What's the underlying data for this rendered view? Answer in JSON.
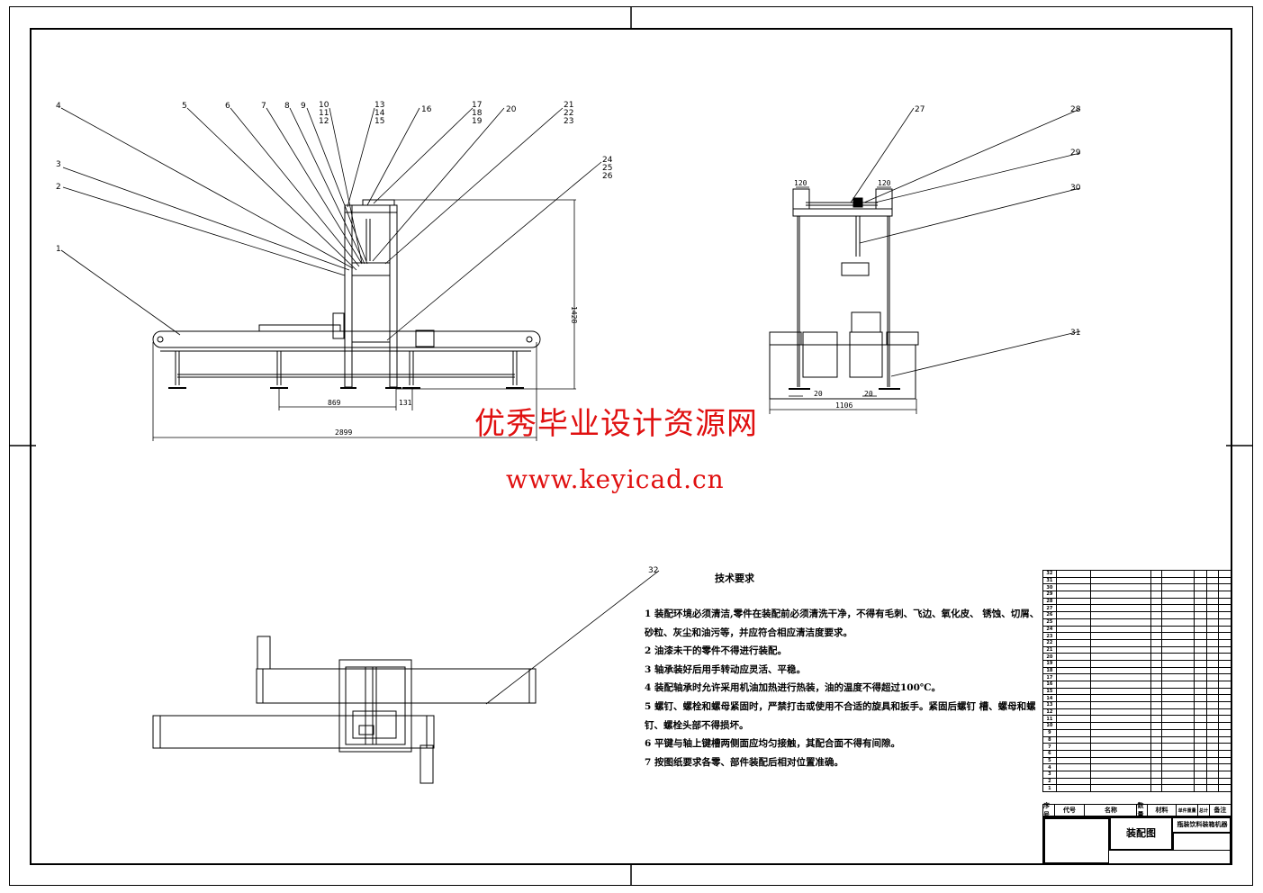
{
  "drawing": {
    "type": "assembly-drawing",
    "title": "装配图",
    "product_name": "瓶装饮料装箱机器"
  },
  "front_view": {
    "balloons_left": [
      "1",
      "2",
      "3",
      "4"
    ],
    "balloons_top": [
      "5",
      "6",
      "7",
      "8",
      "9",
      "10",
      "11",
      "12",
      "13",
      "14",
      "15",
      "16",
      "17",
      "18",
      "19",
      "20",
      "21",
      "22",
      "23"
    ],
    "balloons_right": [
      "24",
      "25",
      "26"
    ],
    "dimensions": {
      "height": "1428",
      "leg_spacing": "869",
      "frame_offset": "131",
      "overall_length": "2899"
    }
  },
  "side_view": {
    "balloons": [
      "27",
      "28",
      "29",
      "30",
      "31"
    ],
    "dimensions": {
      "left_top": "120",
      "right_top": "120",
      "left_bottom": "20",
      "right_bottom": "20",
      "overall_width": "1106"
    }
  },
  "top_view": {
    "balloons": [
      "32"
    ]
  },
  "watermark": {
    "line1": "优秀毕业设计资源网",
    "line2": "www.keyicad.cn",
    "color": "#e01010"
  },
  "technical_requirements": {
    "title": "技术要求",
    "items": [
      "1 装配环境必须清洁,零件在装配前必须清洗干净，不得有毛刺、飞边、氧化皮、  锈蚀、切屑、砂粒、灰尘和油污等，并应符合相应清洁度要求。",
      "2 油漆未干的零件不得进行装配。",
      "3 轴承装好后用手转动应灵活、平稳。",
      "4 装配轴承时允许采用机油加热进行热装，油的温度不得超过100℃。",
      "5 螺钉、螺栓和螺母紧固时，严禁打击或使用不合适的旋具和扳手。紧固后螺钉  槽、螺母和螺钉、螺栓头部不得损坏。",
      "6 平键与轴上键槽两侧面应均匀接触，其配合面不得有间隙。",
      "7 按图纸要求各零、部件装配后相对位置准确。"
    ]
  },
  "bom": {
    "headers": [
      "序号",
      "代号",
      "名称",
      "数量",
      "材料",
      "单件重量",
      "总计",
      "备注"
    ],
    "row_numbers": [
      "32",
      "31",
      "30",
      "29",
      "28",
      "27",
      "26",
      "25",
      "24",
      "23",
      "22",
      "21",
      "20",
      "19",
      "18",
      "17",
      "16",
      "15",
      "14",
      "13",
      "12",
      "11",
      "10",
      "9",
      "8",
      "7",
      "6",
      "5",
      "4",
      "3",
      "2",
      "1"
    ]
  }
}
